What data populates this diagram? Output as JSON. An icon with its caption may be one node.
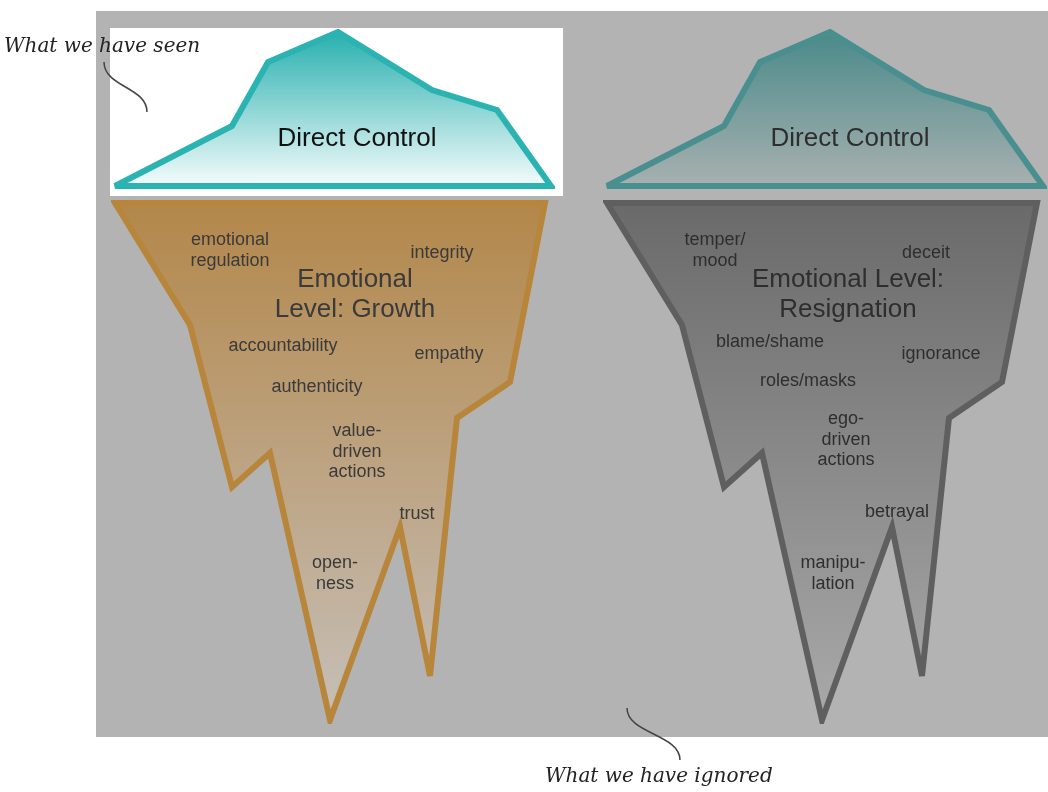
{
  "diagram": {
    "nodes": [
      {
        "text": [
          "What we have seen"
        ]
      },
      {
        "text": [],
        "shape": "box"
      },
      {
        "text": [],
        "shape": "box",
        "in": 1
      },
      {
        "text": [
          "Direct Control"
        ],
        "in": 2
      },
      {
        "text": [
          "Emotional Level: Growth",
          "emotional regulation",
          "integrity",
          "accountability",
          "empathy",
          "authenticity",
          "value-driven actions",
          "trust",
          "open-ness"
        ],
        "in": 1
      },
      {
        "text": [
          "Direct Control"
        ],
        "in": 1
      },
      {
        "text": [
          "Emotional Level: Resignation",
          "temper/ mood",
          "deceit",
          "blame/shame",
          "ignorance",
          "roles/masks",
          "ego-driven actions",
          "betrayal",
          "manipu-lation"
        ],
        "in": 1
      },
      {
        "text": [
          "What we have ignored"
        ]
      }
    ],
    "edges": [
      {
        "from": 0,
        "to": 2,
        "arrow": "none"
      },
      {
        "from": 7,
        "to": 1,
        "arrow": "none"
      }
    ]
  }
}
